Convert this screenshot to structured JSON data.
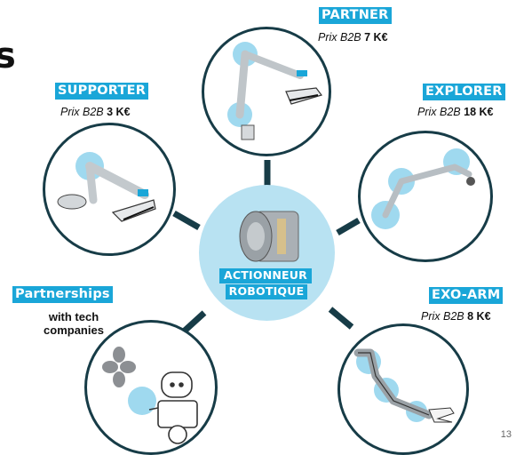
{
  "slide": {
    "title_fragment": "s",
    "page_number": "13"
  },
  "center": {
    "label_line1": "ACTIONNEUR",
    "label_line2": "ROBOTIQUE"
  },
  "products": {
    "partner": {
      "name": "PARTNER",
      "price_prefix": "Prix B2B",
      "price": "7 K€"
    },
    "supporter": {
      "name": "SUPPORTER",
      "price_prefix": "Prix B2B",
      "price": "3 K€"
    },
    "explorer": {
      "name": "EXPLORER",
      "price_prefix": "Prix B2B",
      "price": "18 K€"
    },
    "exo_arm": {
      "name": "EXO-ARM",
      "price_prefix": "Prix B2B",
      "price": "8 K€"
    }
  },
  "partnerships": {
    "title": "Partnerships",
    "line1": "with tech",
    "line2": "companies"
  },
  "colors": {
    "accent": "#1aa6d8",
    "connector": "#173c47",
    "hub_fill": "#b8e2f2",
    "highlight": "#9fd9ef"
  }
}
